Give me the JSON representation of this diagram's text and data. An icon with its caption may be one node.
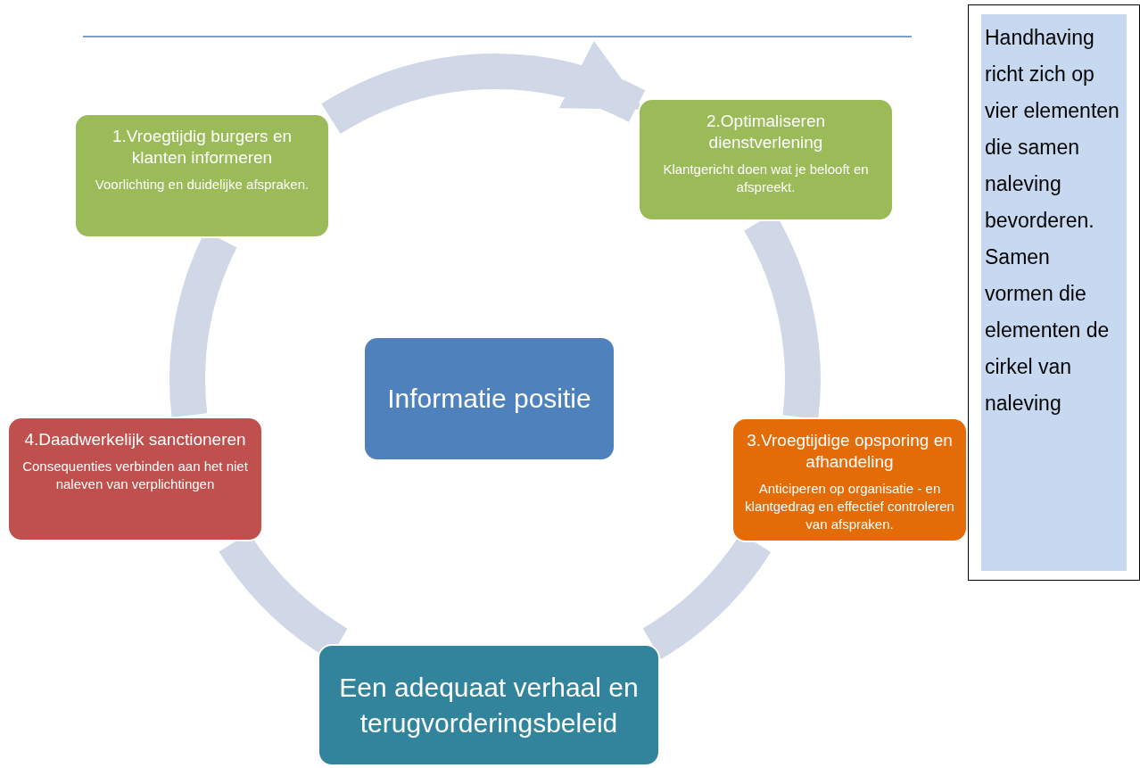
{
  "diagram": {
    "nodes": [
      {
        "text": [
          "1.Vroegtijdig burgers en klanten informeren",
          "Voorlichting en duidelijke afspraken."
        ]
      },
      {
        "text": [
          "2.Optimaliseren dienstverlening",
          "Klantgericht doen wat je belooft en afspreekt."
        ]
      },
      {
        "text": [
          "Handhaving richt zich op vier elementen die samen naleving bevorderen. Samen vormen die elementen de cirkel van naleving"
        ]
      },
      {
        "text": [
          "Informatie positie"
        ]
      },
      {
        "text": [
          "4.Daadwerkelijk sanctioneren",
          "Consequenties verbinden aan het niet naleven van verplichtingen"
        ]
      },
      {
        "text": [
          "3.Vroegtijdige opsporing en afhandeling",
          "Anticiperen op organisatie - en klantgedrag en effectief controleren van afspraken."
        ]
      },
      {
        "text": [
          "Een adequaat verhaal en terugvorderingsbeleid"
        ]
      }
    ],
    "edges": [
      {
        "from": 0,
        "to": 1,
        "arrow": "to"
      },
      {
        "from": 1,
        "to": 5,
        "arrow": "none"
      },
      {
        "from": 5,
        "to": 6,
        "arrow": "none"
      },
      {
        "from": 6,
        "to": 4,
        "arrow": "none"
      },
      {
        "from": 4,
        "to": 0,
        "arrow": "none"
      }
    ]
  }
}
